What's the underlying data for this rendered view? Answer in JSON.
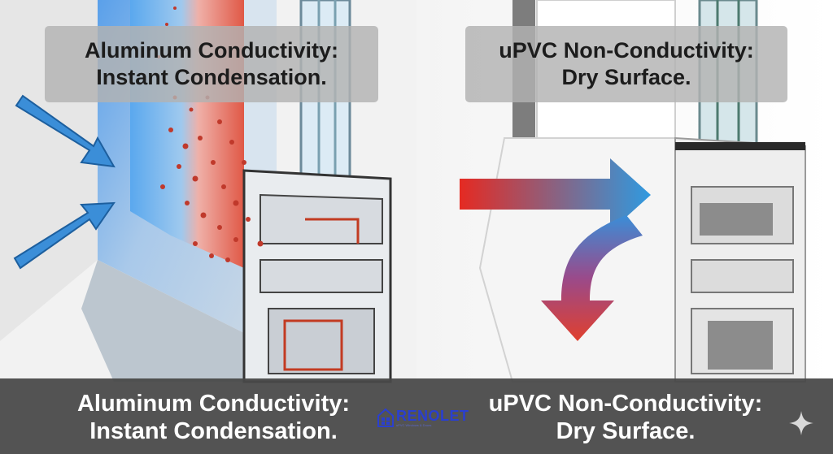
{
  "labels": {
    "top_left_line1": "Aluminum Conductivity:",
    "top_left_line2": "Instant Condensation.",
    "top_right_line1": "uPVC Non-Conductivity:",
    "top_right_line2": "Dry Surface.",
    "bottom_left_line1": "Aluminum Conductivity:",
    "bottom_left_line2": "Instant Condensation.",
    "bottom_right_line1": "uPVC Non-Conductivity:",
    "bottom_right_line2": "Dry Surface."
  },
  "logo": {
    "name": "RENOLET",
    "tagline": "uPVC Windows & Doors"
  },
  "icons": {
    "logo": "house-window-logo-icon",
    "corner": "sparkle-icon"
  },
  "colors": {
    "cold_blue": "#3b8ed8",
    "warm_red": "#d9342b",
    "condensation": "#c0392b",
    "gasket": "#c23b22",
    "spacer": "#e8c44a",
    "brand": "#2a3fd0"
  }
}
